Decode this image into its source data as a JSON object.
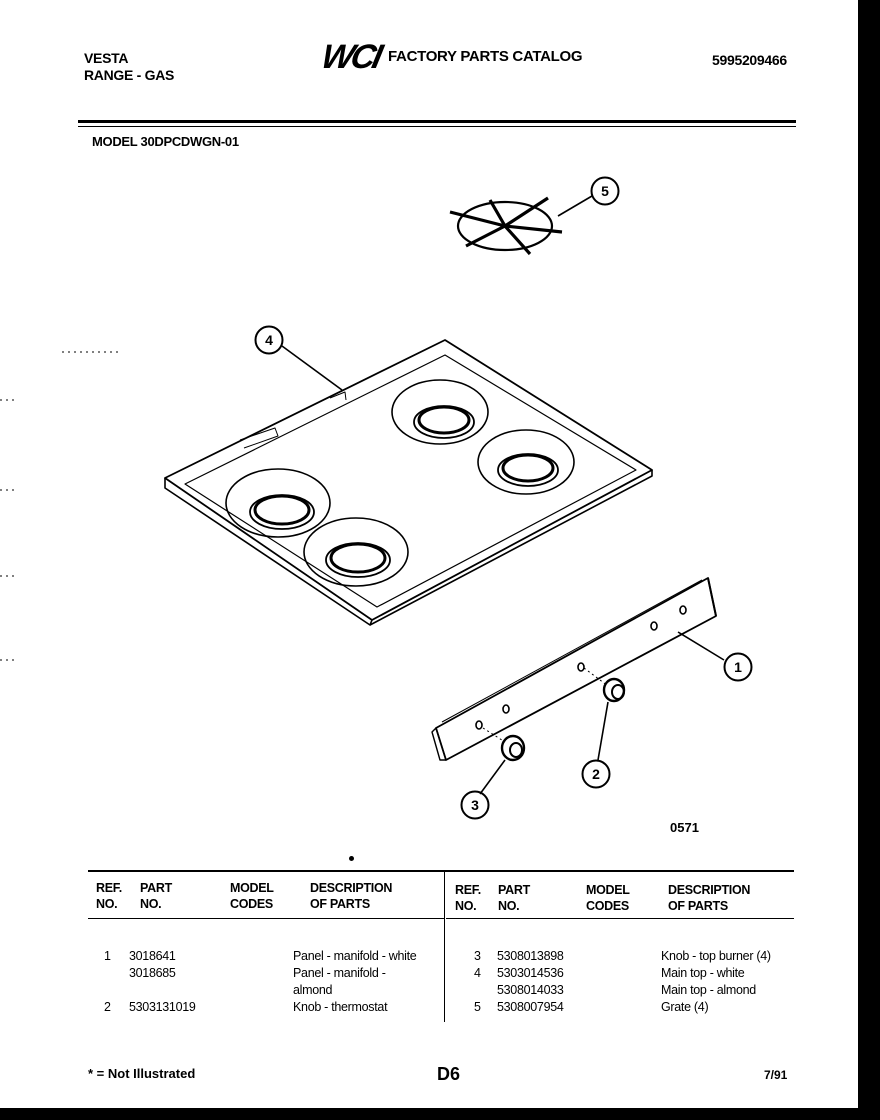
{
  "header": {
    "brand": "VESTA",
    "product": "RANGE - GAS",
    "logo": "WCI",
    "catalog_title": "FACTORY PARTS CATALOG",
    "catalog_number": "5995209466",
    "model_line": "MODEL 30DPCDWGN-01"
  },
  "diagram": {
    "callouts": [
      "1",
      "2",
      "3",
      "4",
      "5"
    ],
    "code": "0571"
  },
  "table": {
    "headers": {
      "ref_no": [
        "REF.",
        "NO."
      ],
      "part_no": [
        "PART",
        "NO."
      ],
      "model_codes": [
        "MODEL",
        "CODES"
      ],
      "description": [
        "DESCRIPTION",
        "OF PARTS"
      ]
    },
    "left_rows": [
      {
        "ref": "1",
        "part": "3018641",
        "desc": "Panel - manifold - white"
      },
      {
        "ref": "",
        "part": "3018685",
        "desc": "Panel - manifold -"
      },
      {
        "ref": "",
        "part": "",
        "desc": "almond"
      },
      {
        "ref": "2",
        "part": "5303131019",
        "desc": "Knob - thermostat"
      }
    ],
    "right_rows": [
      {
        "ref": "3",
        "part": "5308013898",
        "desc": "Knob - top burner (4)"
      },
      {
        "ref": "4",
        "part": "5303014536",
        "desc": "Main top - white"
      },
      {
        "ref": "",
        "part": "5308014033",
        "desc": "Main top - almond"
      },
      {
        "ref": "5",
        "part": "5308007954",
        "desc": "Grate (4)"
      }
    ]
  },
  "footer": {
    "note": "* = Not Illustrated",
    "page": "D6",
    "date": "7/91"
  }
}
